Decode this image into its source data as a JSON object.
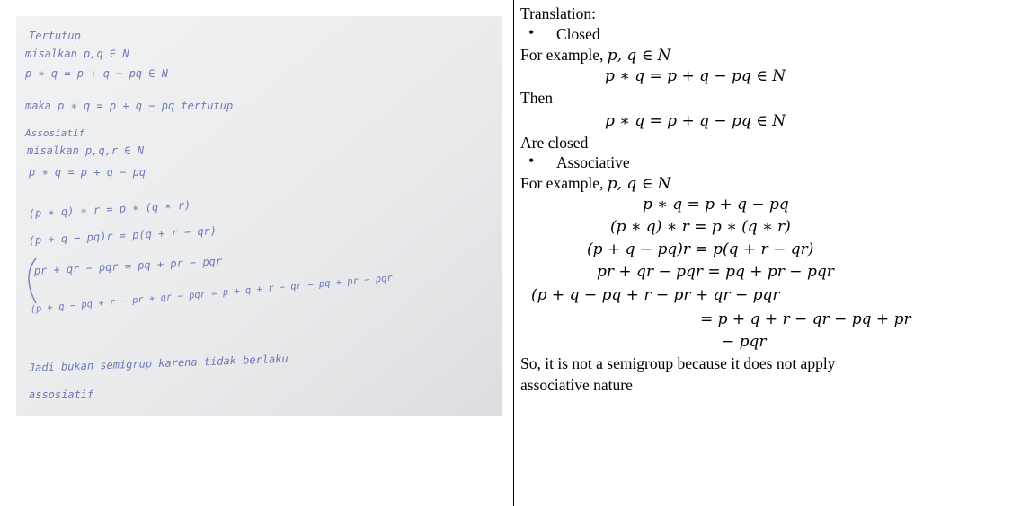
{
  "handwritten_photo": {
    "lines": [
      "Tertutup",
      "misalkan p,q ∈ N",
      "p ∗ q = p + q − pq ∈ N",
      "maka p ∗ q = p + q − pq tertutup",
      "Assosiatif",
      "misalkan p,q,r ∈ N",
      "p ∗ q = p + q − pq",
      "(p ∗ q) ∗ r = p ∗ (q ∗ r)",
      "(p + q − pq)r = p(q + r − qr)",
      "pr + qr − pqr = pq + pr − pqr",
      "(p + q − pq + r − pr + qr − pqr = p + q + r − qr − pq + pr − pqr",
      "Jadi bukan semigrup karena tidak berlaku",
      "assosiatif"
    ]
  },
  "translation": {
    "heading": "Translation:",
    "bullet_1": "Closed",
    "example_1": "For example, ",
    "example_1_math": "p, q ∈ N",
    "eq_1": "p ∗ q = p + q − pq ∈ N",
    "then": "Then",
    "eq_2": "p ∗ q = p + q − pq ∈ N",
    "are_closed": "Are closed",
    "bullet_2": "Associative",
    "example_2": "For example, ",
    "example_2_math": "p, q ∈ N",
    "eq_3": "p ∗ q = p + q − pq",
    "eq_4": "(p ∗ q) ∗ r = p ∗ (q ∗ r)",
    "eq_5": "(p + q − pq)r = p(q + r − qr)",
    "eq_6": "pr + qr − pqr = pq + pr − pqr",
    "eq_7": "(p + q − pq + r − pr + qr − pqr",
    "eq_8": "= p + q + r − qr − pq + pr",
    "eq_9": "− pqr",
    "conclusion_1": "So, it is not a semigroup because it does not apply",
    "conclusion_2": "associative nature"
  }
}
